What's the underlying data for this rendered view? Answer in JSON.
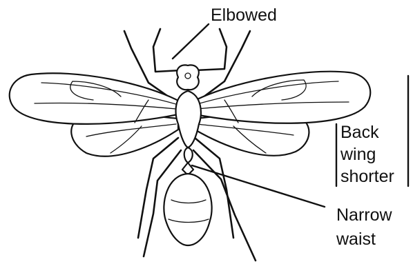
{
  "labels": {
    "elbowed": "Elbowed",
    "back_wing_shorter": [
      "Back",
      "wing",
      "shorter"
    ],
    "narrow_waist": [
      "Narrow",
      "waist"
    ]
  },
  "colors": {
    "ink": "#111111",
    "background": "#ffffff"
  }
}
